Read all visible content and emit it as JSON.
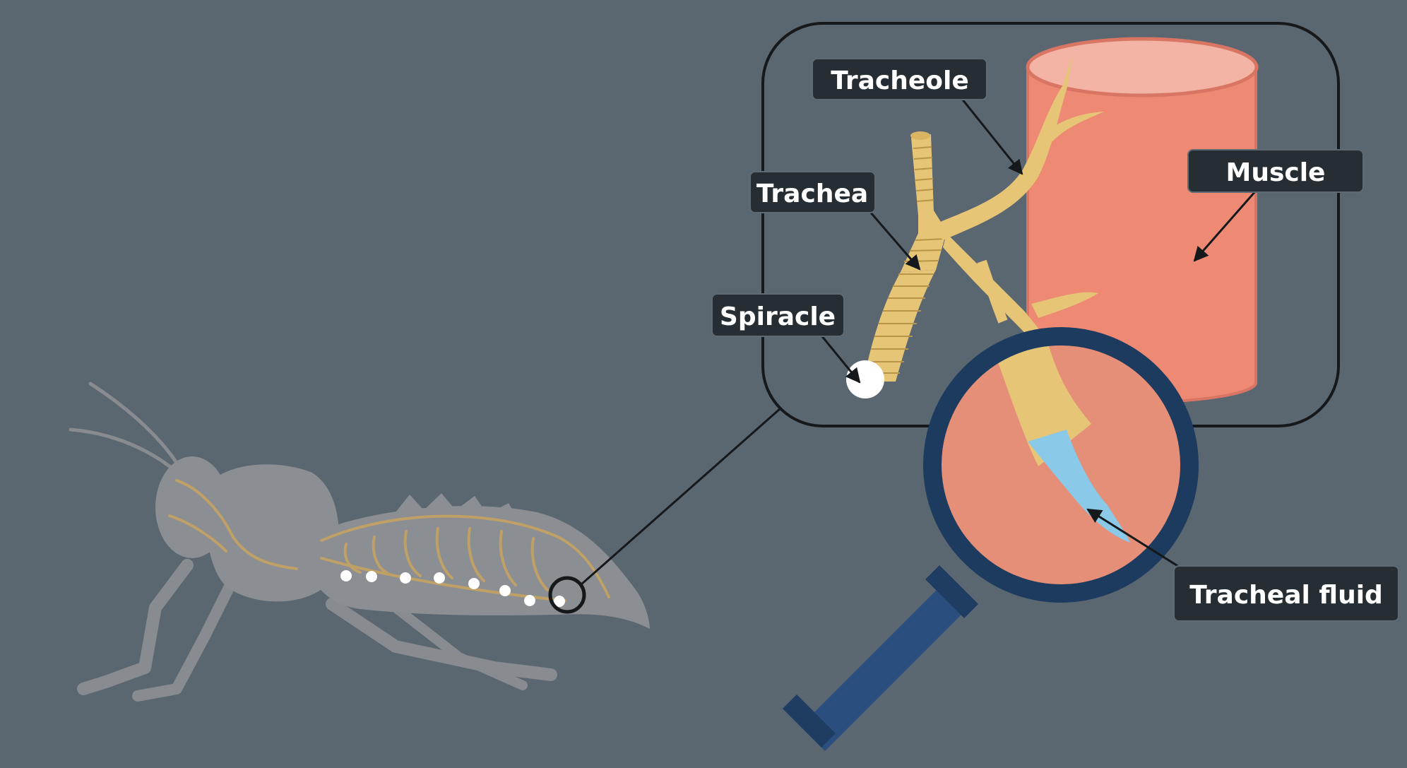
{
  "labels": {
    "tracheole": "Tracheole",
    "trachea": "Trachea",
    "spiracle": "Spiracle",
    "muscle": "Muscle",
    "tracheal_fluid": "Tracheal fluid"
  },
  "colors": {
    "background": "#5a6670",
    "insect_body": "#8b8e92",
    "trachea": "#e7c577",
    "muscle": "#ee8a74",
    "muscle_top": "#f3b4a5",
    "fluid": "#8ac9e8",
    "magnifier_ring": "#1d3b5e",
    "magnifier_handle": "#2a4f7e",
    "label_bg": "#262d33"
  },
  "icons": {
    "insect": "insect-silhouette",
    "magnifier": "magnifying-glass-icon"
  }
}
